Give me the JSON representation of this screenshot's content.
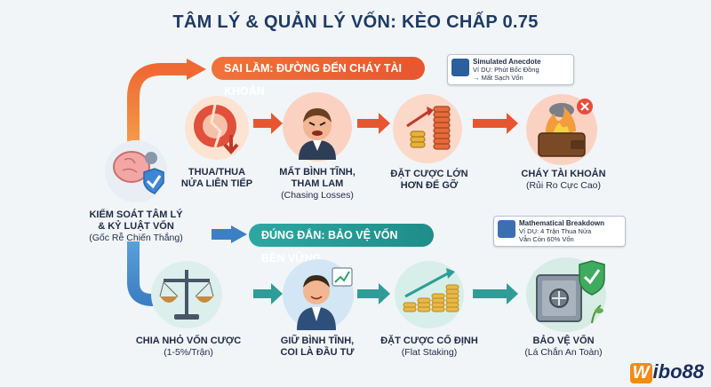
{
  "title": "TÂM LÝ & QUẢN LÝ VỐN: KÈO CHẤP 0.75",
  "colors": {
    "warning": "#e8562f",
    "safe": "#1f8d88",
    "title": "#1f3b63"
  },
  "root": {
    "line1": "KIỂM SOÁT TÂM LÝ",
    "line2": "& KỶ LUẬT VỐN",
    "sub": "(Gốc Rễ Chiến Thắng)",
    "icon": "brain-shield-icon"
  },
  "wrong_path": {
    "banner": "SAI LẦM: ĐƯỜNG ĐẾN CHÁY TÀI KHOẢN",
    "note": {
      "title": "Simulated Anecdote",
      "line1": "Ví DỤ: Phút Bốc Đồng",
      "line2": "→ Mất Sạch Vốn"
    },
    "steps": [
      {
        "l1": "THUA/THUA",
        "l2": "NỬA LIÊN TIẾP",
        "sub": "",
        "icon": "broken-chip-icon"
      },
      {
        "l1": "MẤT BÌNH TĨNH,",
        "l2": "THAM LAM",
        "sub": "(Chasing Losses)",
        "icon": "angry-man-icon"
      },
      {
        "l1": "ĐẶT CƯỢC LỚN",
        "l2": "HƠN ĐỂ GỠ",
        "sub": "",
        "icon": "rising-coins-icon"
      },
      {
        "l1": "CHÁY TÀI KHOẢN",
        "l2": "",
        "sub": "(Rủi Ro Cực Cao)",
        "icon": "burning-wallet-icon"
      }
    ]
  },
  "right_path": {
    "banner": "ĐÚNG ĐẮN: BẢO VỆ VỐN BỀN VỮNG",
    "note": {
      "title": "Mathematical Breakdown",
      "line1": "Ví DỤ: 4 Trận Thua Nửa",
      "line2": "Vẫn Còn 60% Vốn"
    },
    "steps": [
      {
        "l1": "CHIA NHỎ VỐN CƯỢC",
        "l2": "",
        "sub": "(1-5%/Trận)",
        "icon": "balance-scale-icon"
      },
      {
        "l1": "GIỮ BÌNH TĨNH,",
        "l2": "COI LÀ ĐẦU TƯ",
        "sub": "",
        "icon": "calm-investor-icon"
      },
      {
        "l1": "ĐẶT CƯỢC CỐ ĐỊNH",
        "l2": "",
        "sub": "(Flat Staking)",
        "icon": "equal-coin-stacks-icon"
      },
      {
        "l1": "BẢO VỆ VỐN",
        "l2": "",
        "sub": "(Lá Chắn An Toàn)",
        "icon": "safe-shield-icon"
      }
    ]
  },
  "logo": {
    "mark": "W",
    "text": "ibo88"
  }
}
